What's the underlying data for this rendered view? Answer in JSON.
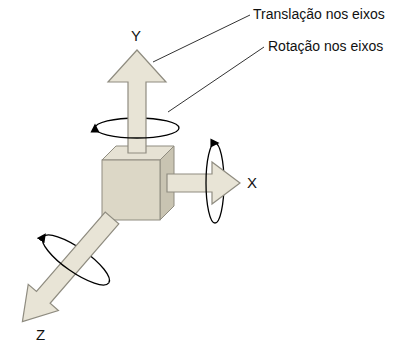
{
  "diagram": {
    "labels": [
      "Translação nos eixos",
      "Rotação nos eixos",
      "Y",
      "X",
      "Z"
    ]
  }
}
